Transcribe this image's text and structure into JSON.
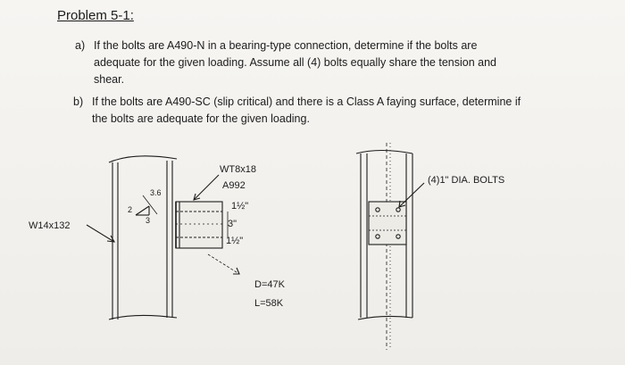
{
  "problem": {
    "title": "Problem 5-1:",
    "items": [
      {
        "marker": "a)",
        "lines": [
          "If the bolts are A490-N in a bearing-type connection, determine if the bolts are",
          "adequate for the given loading.  Assume all (4) bolts equally share the tension and",
          "shear."
        ]
      },
      {
        "marker": "b)",
        "lines": [
          "If the bolts are A490-SC (slip critical) and there is a Class A faying surface, determine if",
          "the bolts are adequate for the given loading."
        ]
      }
    ]
  },
  "figure": {
    "column_label": "W14x132",
    "tee_label": "WT8x18",
    "tee_grade": "A992",
    "spacing_top": "1½\"",
    "spacing_mid": "3\"",
    "spacing_bottom": "1½\"",
    "slope_rise": "2",
    "slope_run": "3",
    "slope_note": "3.6",
    "dead_load": "D=47K",
    "live_load": "L=58K",
    "bolts_label": "(4)1\" DIA. BOLTS"
  },
  "colors": {
    "ink": "#1c1c1c",
    "paper": "#f3f1ee",
    "shading": "#d9d6d0"
  }
}
